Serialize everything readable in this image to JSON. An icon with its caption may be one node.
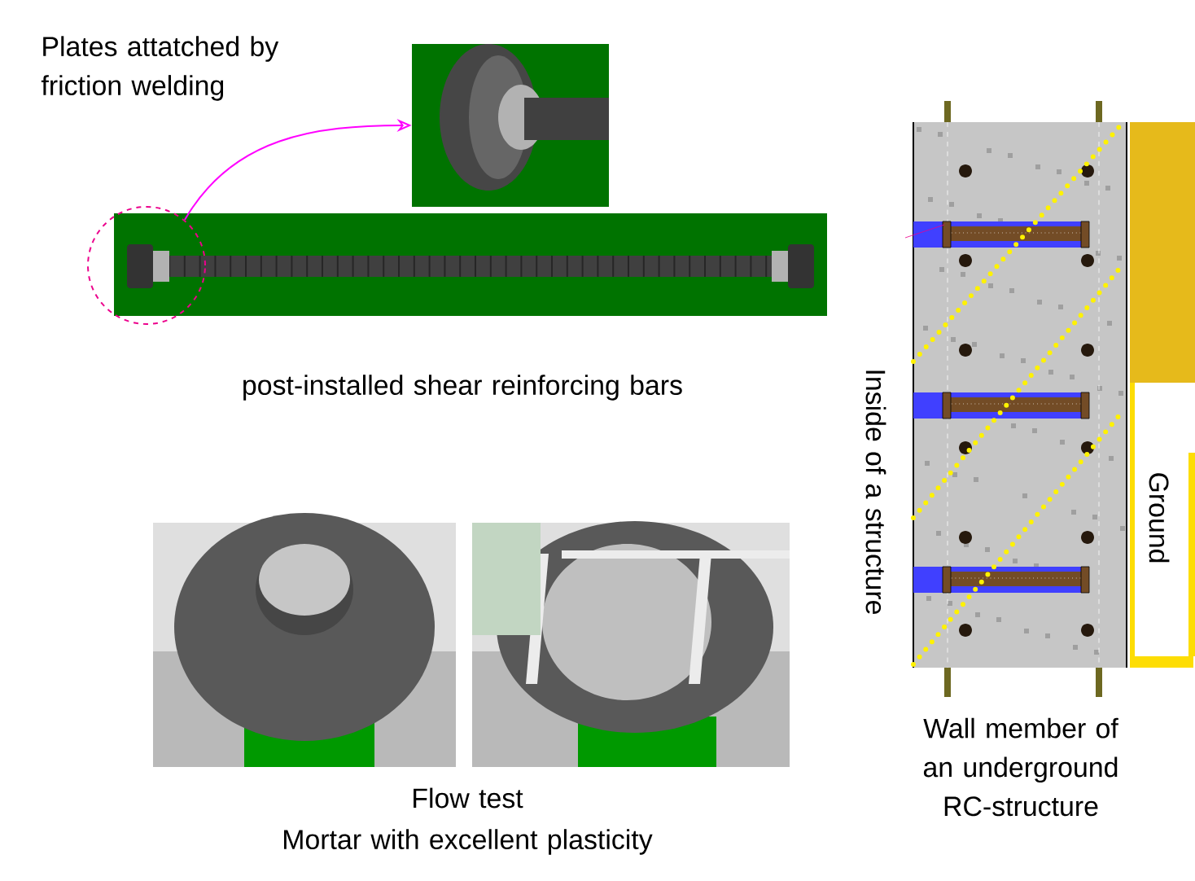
{
  "diagram": {
    "nodes": [
      {
        "text": [],
        "shape": "picture"
      },
      {
        "text": [],
        "shape": "circle"
      },
      {
        "text": [],
        "shape": "picture"
      },
      {
        "text": [],
        "shape": "picture"
      },
      {
        "text": [],
        "shape": "picture"
      },
      {
        "text": [],
        "shape": "picture"
      }
    ],
    "edges": [
      {
        "from": 1,
        "to": 0,
        "arrow": "to",
        "color": "#ff00ff"
      }
    ],
    "labels": [
      "Plates attatched by friction welding",
      "post-installed shear reinforcing bars",
      "Flow test",
      "Mortar with excellent plasticity",
      "Inside of a structure",
      "Ground",
      "Wall member of an underground RC-structure"
    ]
  }
}
